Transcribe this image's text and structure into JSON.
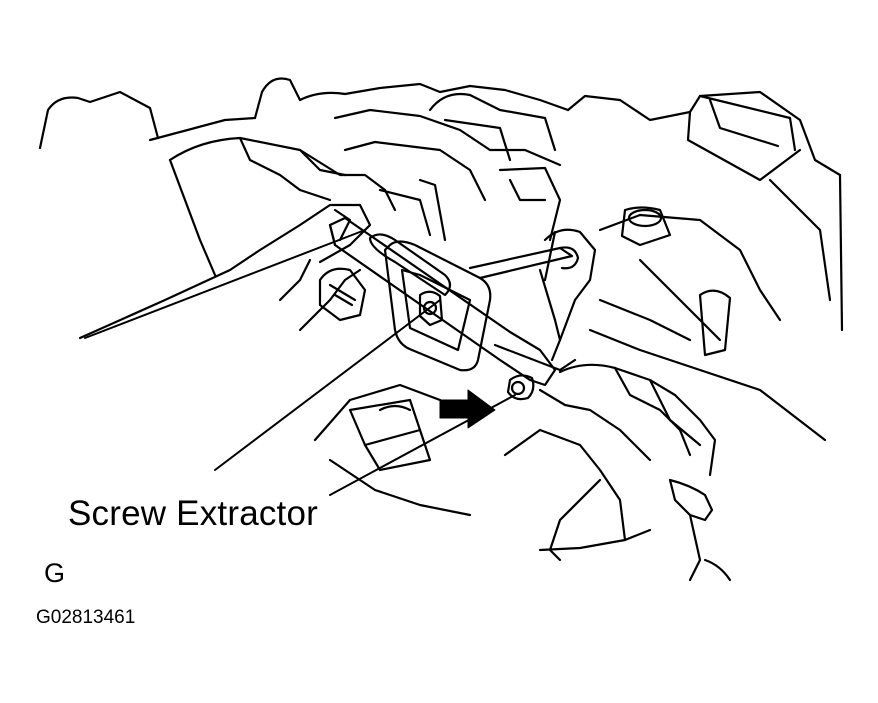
{
  "diagram": {
    "callout_label": "Screw Extractor",
    "view_letter": "G",
    "figure_id": "G02813461",
    "arrow_target": "bolt-head",
    "line_color": "#000000",
    "background_color": "#ffffff"
  }
}
